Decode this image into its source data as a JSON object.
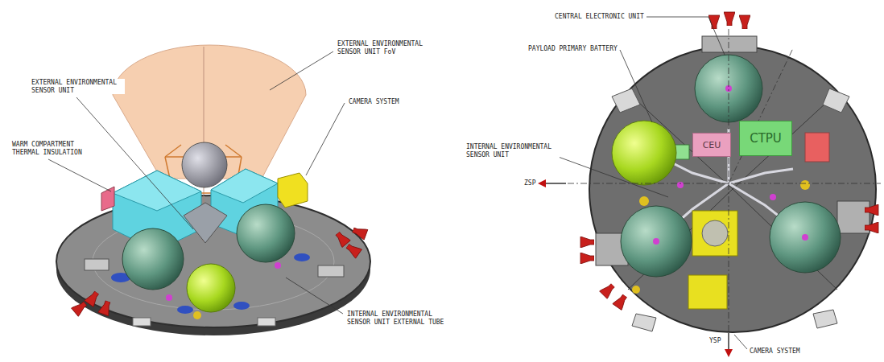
{
  "diagram": {
    "nodes": [
      {
        "text": [
          "CEU"
        ]
      },
      {
        "text": [
          "CTPU"
        ]
      }
    ],
    "labels": [
      "EXTERNAL ENVIRONMENTAL SENSOR UNIT FoV",
      "CAMERA SYSTEM",
      "EXTERNAL ENVIRONMENTAL SENSOR UNIT",
      "WARM COMPARTMENT THERMAL INSULATION",
      "INTERNAL ENVIRONMENTAL SENSOR UNIT EXTERNAL TUBE",
      "CENTRAL ELECTRONIC UNIT",
      "PAYLOAD PRIMARY BATTERY",
      "INTERNAL ENVIRONMENTAL SENSOR UNIT",
      "ZSP",
      "CAMERA SYSTEM",
      "YSP"
    ]
  }
}
